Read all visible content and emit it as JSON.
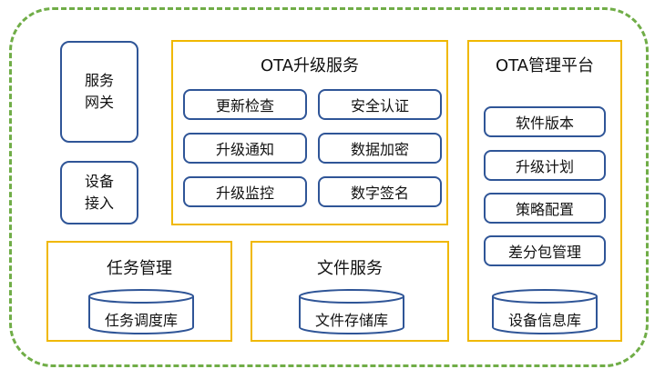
{
  "left_blocks": {
    "gateway": [
      "服务",
      "网关"
    ],
    "device_access": [
      "设备",
      "接入"
    ]
  },
  "ota_upgrade_service": {
    "title": "OTA升级服务",
    "items": [
      "更新检查",
      "安全认证",
      "升级通知",
      "数据加密",
      "升级监控",
      "数字签名"
    ]
  },
  "ota_management_platform": {
    "title": "OTA管理平台",
    "items": [
      "软件版本",
      "升级计划",
      "策略配置",
      "差分包管理"
    ],
    "db": "设备信息库"
  },
  "task_management": {
    "title": "任务管理",
    "db": "任务调度库"
  },
  "file_service": {
    "title": "文件服务",
    "db": "文件存储库"
  },
  "colors": {
    "outer_dashed": "#70AD47",
    "container_border": "#F0B800",
    "item_border": "#2F5597"
  }
}
